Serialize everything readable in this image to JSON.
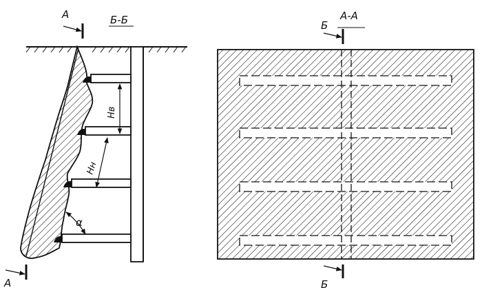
{
  "left_view": {
    "title": "Б-Б",
    "cut_mark_top": "А",
    "cut_mark_bottom": "А",
    "dim_vertical": "Нв",
    "dim_normal": "Нн",
    "angle": "α"
  },
  "right_view": {
    "title": "А-А",
    "cut_mark_top": "Б",
    "cut_mark_bottom": "Б"
  },
  "colors": {
    "ink": "#111111",
    "background": "#ffffff"
  }
}
